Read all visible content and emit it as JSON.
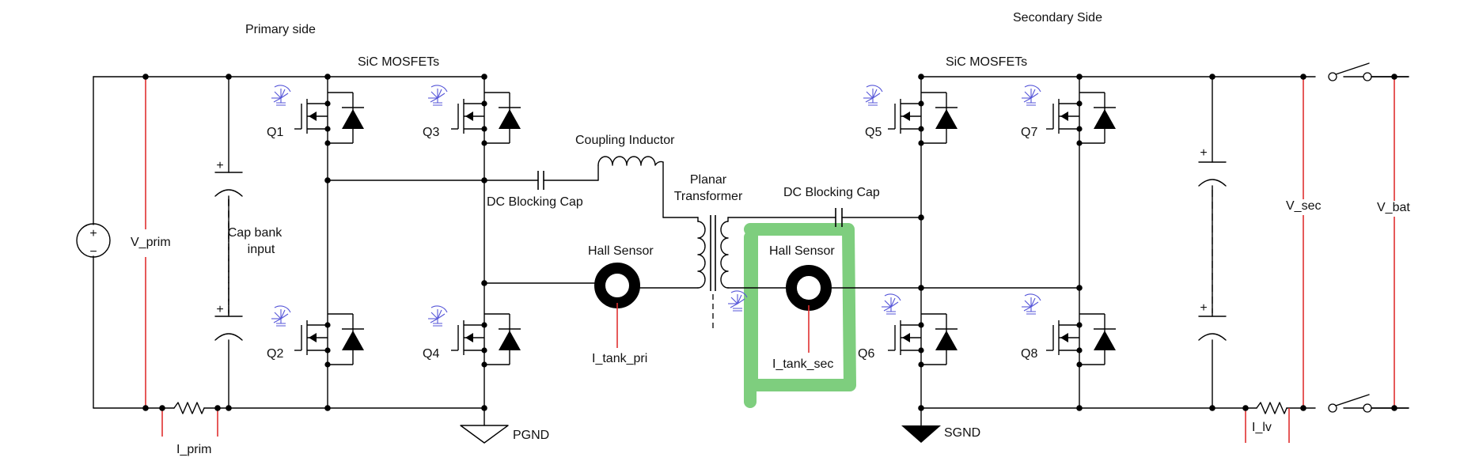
{
  "colors": {
    "wire": "#000000",
    "measure": "#e03030",
    "gate": "#5555d8",
    "highlight": "#4cbb4c"
  },
  "labels": {
    "primary_side": "Primary side",
    "secondary_side": "Secondary Side",
    "sic_primary": "SiC MOSFETs",
    "sic_secondary": "SiC MOSFETs",
    "q1": "Q1",
    "q2": "Q2",
    "q3": "Q3",
    "q4": "Q4",
    "q5": "Q5",
    "q6": "Q6",
    "q7": "Q7",
    "q8": "Q8",
    "coupling_inductor": "Coupling Inductor",
    "dc_block_primary": "DC Blocking Cap",
    "dc_block_secondary": "DC Blocking Cap",
    "planar_1": "Planar",
    "planar_2": "Transformer",
    "hall_primary": "Hall Sensor",
    "hall_secondary": "Hall Sensor",
    "i_tank_pri": "I_tank_pri",
    "i_tank_sec": "I_tank_sec",
    "v_prim": "V_prim",
    "cap_bank_1": "Cap bank",
    "cap_bank_2": "input",
    "i_prim": "I_prim",
    "pgnd": "PGND",
    "sgnd": "SGND",
    "v_sec": "V_sec",
    "v_bat": "V_bat",
    "i_lv": "I_lv",
    "plus": "+",
    "minus": "−"
  }
}
